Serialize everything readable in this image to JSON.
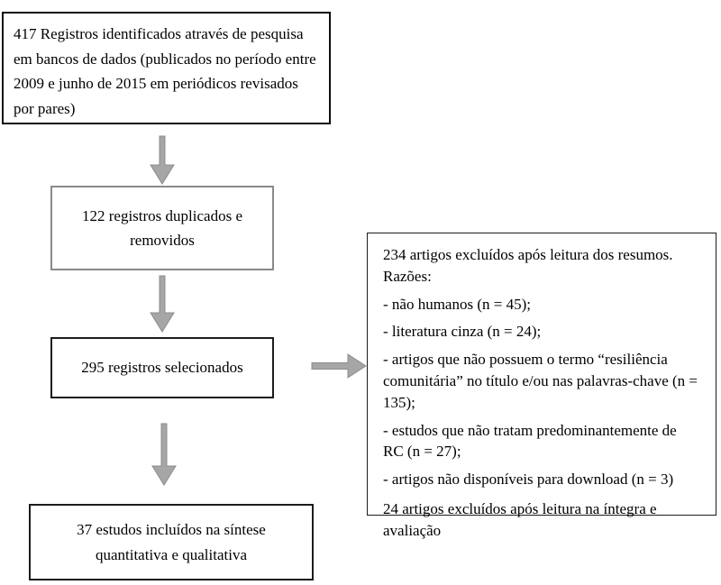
{
  "colors": {
    "background": "#ffffff",
    "text": "#000000",
    "box1_border": "#0d0d0d",
    "box2_border": "#8a8a8a",
    "box_border": "#1c1c1c",
    "arrow_fill": "#a6a6a6",
    "arrow_stroke": "#8c8c8c"
  },
  "flowchart": {
    "identified": {
      "text": "417 Registros identificados através de pesquisa em bancos de dados (publicados no período entre 2009 e junho de 2015 em periódicos revisados por pares)"
    },
    "duplicates": {
      "text": "122 registros duplicados e removidos"
    },
    "selected": {
      "text": "295 registros selecionados"
    },
    "excluded": {
      "title": "234 artigos excluídos após leitura dos resumos.",
      "reasons_label": "Razões:",
      "reasons": [
        "- não humanos (n = 45);",
        "- literatura cinza (n = 24);",
        "- artigos que não possuem o termo “resiliência comunitária” no título e/ou nas palavras-chave (n = 135);",
        "- estudos que não tratam predominantemente de RC (n = 27);",
        "- artigos não disponíveis para download (n = 3)"
      ],
      "footer": "24 artigos excluídos após leitura na íntegra e avaliação"
    },
    "included": {
      "text": "37 estudos incluídos na síntese quantitativa e qualitativa"
    }
  }
}
